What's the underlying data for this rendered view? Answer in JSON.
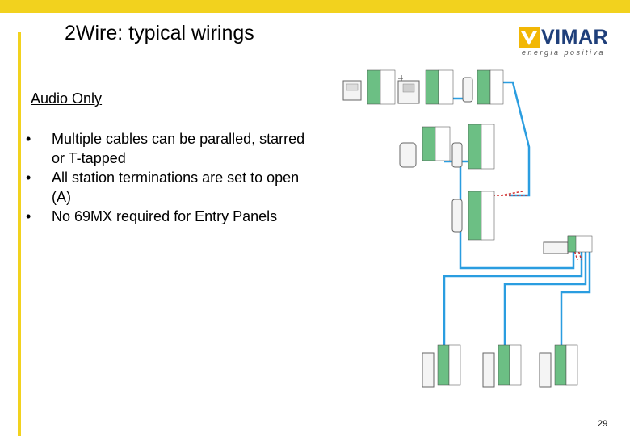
{
  "slide": {
    "title": "2Wire: typical wirings",
    "section_title": "Audio Only",
    "bullets": [
      "Multiple cables can be paralled, starred or T-tapped",
      "All station terminations are set to open (A)",
      "No 69MX required for Entry Panels"
    ],
    "page_number": "29"
  },
  "logo": {
    "brand": "VIMAR",
    "tagline": "energia positiva"
  },
  "colors": {
    "accent_yellow": "#f2d21e",
    "wire_blue": "#2a9de0",
    "wire_red": "#d23030",
    "terminal_green": "#6cbf84",
    "brand_blue": "#1f3f7a"
  }
}
